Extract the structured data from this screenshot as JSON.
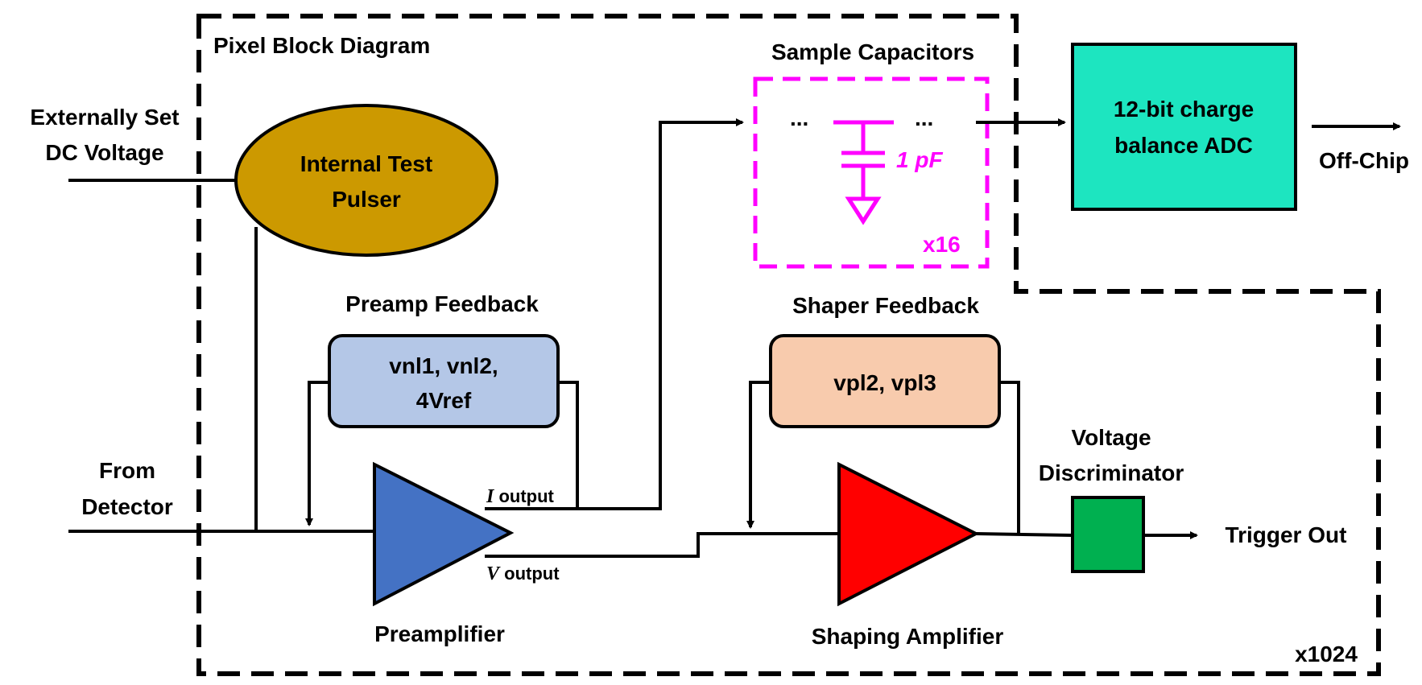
{
  "labels": {
    "title": "Pixel Block Diagram",
    "external_voltage_line1": "Externally Set",
    "external_voltage_line2": "DC  Voltage",
    "test_pulser_line1": "Internal Test",
    "test_pulser_line2": "Pulser",
    "sample_caps_title": "Sample Capacitors",
    "cap_dots_left": "...",
    "cap_dots_right": "...",
    "cap_value": "1 pF",
    "cap_count": "x16",
    "adc_line1": "12-bit charge",
    "adc_line2": "balance ADC",
    "off_chip": "Off-Chip",
    "preamp_feedback_title": "Preamp Feedback",
    "preamp_feedback_line1": "vnl1, vnl2,",
    "preamp_feedback_line2": "4Vref",
    "shaper_feedback_title": "Shaper Feedback",
    "shaper_feedback_value": "vpl2, vpl3",
    "from_detector_line1": "From",
    "from_detector_line2": "Detector",
    "i_output_symbol": "I",
    "i_output_text": " output",
    "v_output_symbol": "V",
    "v_output_text": " output",
    "preamplifier": "Preamplifier",
    "shaping_amplifier": "Shaping Amplifier",
    "discriminator_line1": "Voltage",
    "discriminator_line2": "Discriminator",
    "trigger_out": "Trigger Out",
    "pixel_count": "x1024"
  },
  "colors": {
    "test_pulser": "#cc9900",
    "preamp_feedback": "#b4c7e7",
    "shaper_feedback": "#f8cbad",
    "preamplifier": "#4472c4",
    "shaping_amplifier": "#ff0000",
    "discriminator": "#00b050",
    "adc": "#1de5c0",
    "sample_caps_border": "#ff00ff"
  }
}
